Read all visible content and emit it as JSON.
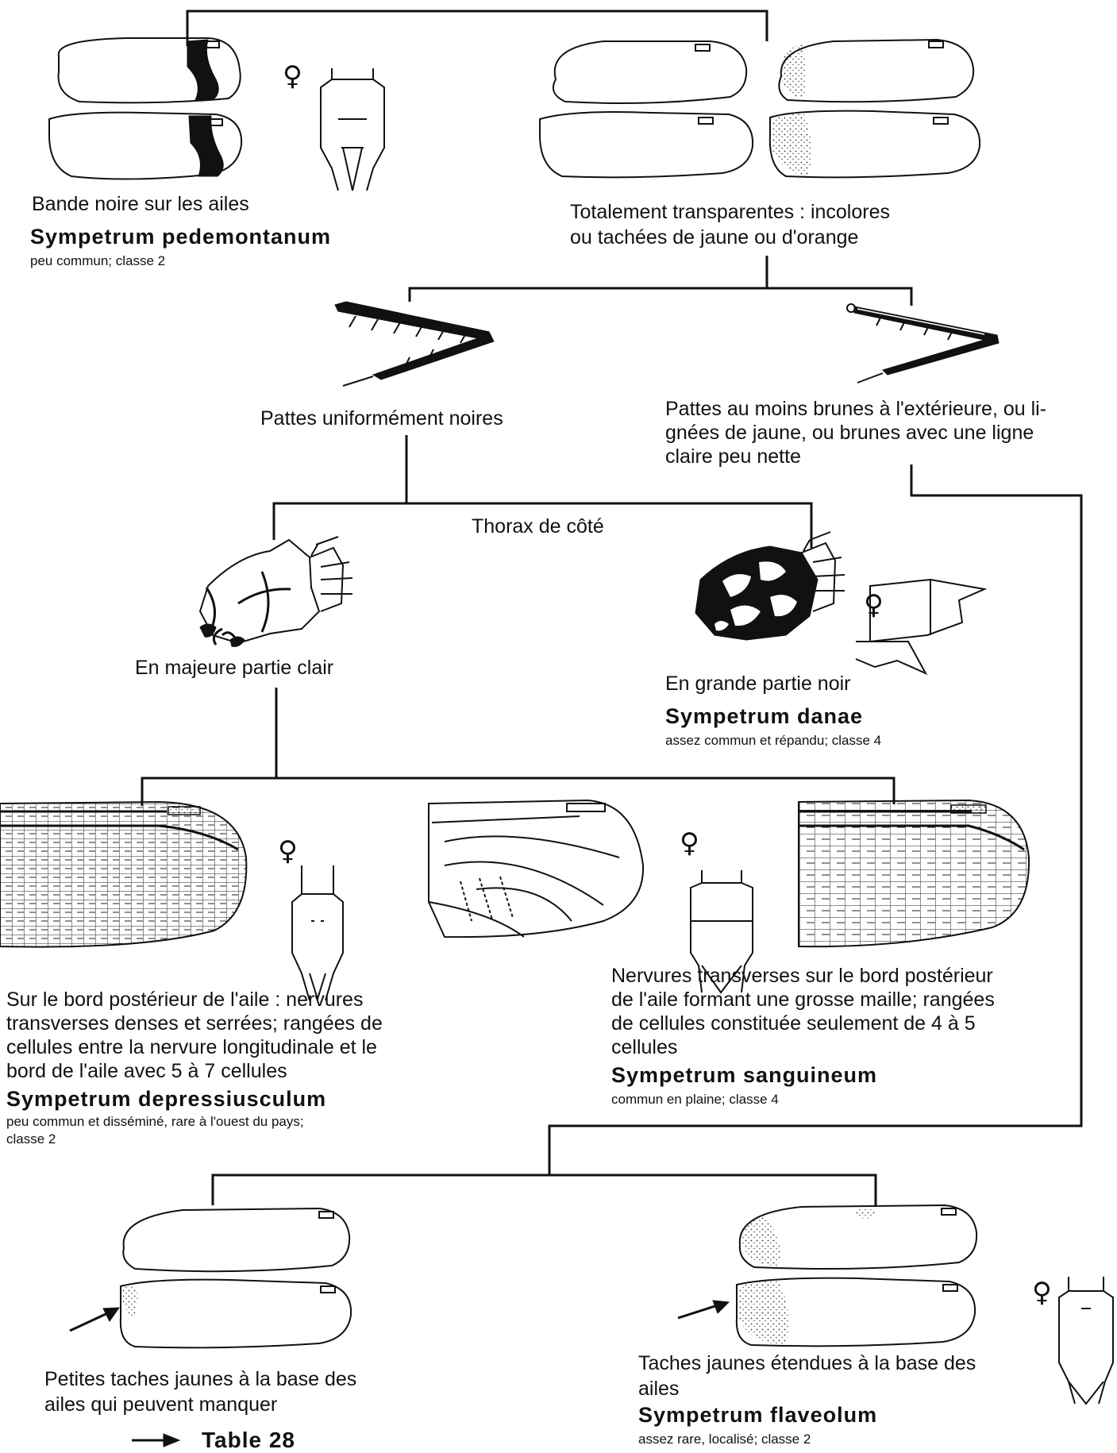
{
  "female_symbol": "♀",
  "nodes": {
    "black_band": {
      "text": "Bande noire sur les ailes",
      "species": "Sympetrum  pedemontanum",
      "status": "peu commun; classe 2"
    },
    "transparent": {
      "line1": "Totalement transparentes : incolores",
      "line2": "ou tachées de jaune ou d'orange"
    },
    "legs_black": {
      "text": "Pattes uniformément noires"
    },
    "legs_brown": {
      "line1": "Pattes au moins brunes à l'extérieure, ou li-",
      "line2": "gnées de jaune, ou brunes avec une ligne",
      "line3": "claire peu nette"
    },
    "thorax_label": "Thorax de côté",
    "thorax_light": {
      "text": "En majeure partie clair"
    },
    "thorax_black": {
      "text": "En grande partie noir",
      "species": "Sympetrum  danae",
      "status": "assez commun et répandu; classe 4"
    },
    "dense_veins": {
      "line1": "Sur le bord postérieur de l'aile : nervures",
      "line2": "transverses denses et serrées; rangées de",
      "line3": "cellules entre la nervure longitudinale et le",
      "line4": "bord de l'aile avec 5 à 7 cellules",
      "species": "Sympetrum  depressiusculum",
      "status1": "peu commun et disséminé, rare à l'ouest du pays;",
      "status2": "classe 2"
    },
    "coarse_veins": {
      "line1": "Nervures transverses sur le bord postérieur",
      "line2": "de l'aile formant une grosse maille; rangées",
      "line3": "de cellules constituée seulement de 4 à 5",
      "line4": "cellules",
      "species": "Sympetrum  sanguineum",
      "status": "commun en plaine; classe 4"
    },
    "small_spots": {
      "line1": "Petites taches jaunes à la base des",
      "line2": "ailes qui peuvent manquer",
      "ref": "Table  28"
    },
    "large_spots": {
      "line1": "Taches jaunes étendues à la base des",
      "line2": "ailes",
      "species": "Sympetrum  flaveolum",
      "status": "assez rare, localisé; classe 2"
    }
  }
}
